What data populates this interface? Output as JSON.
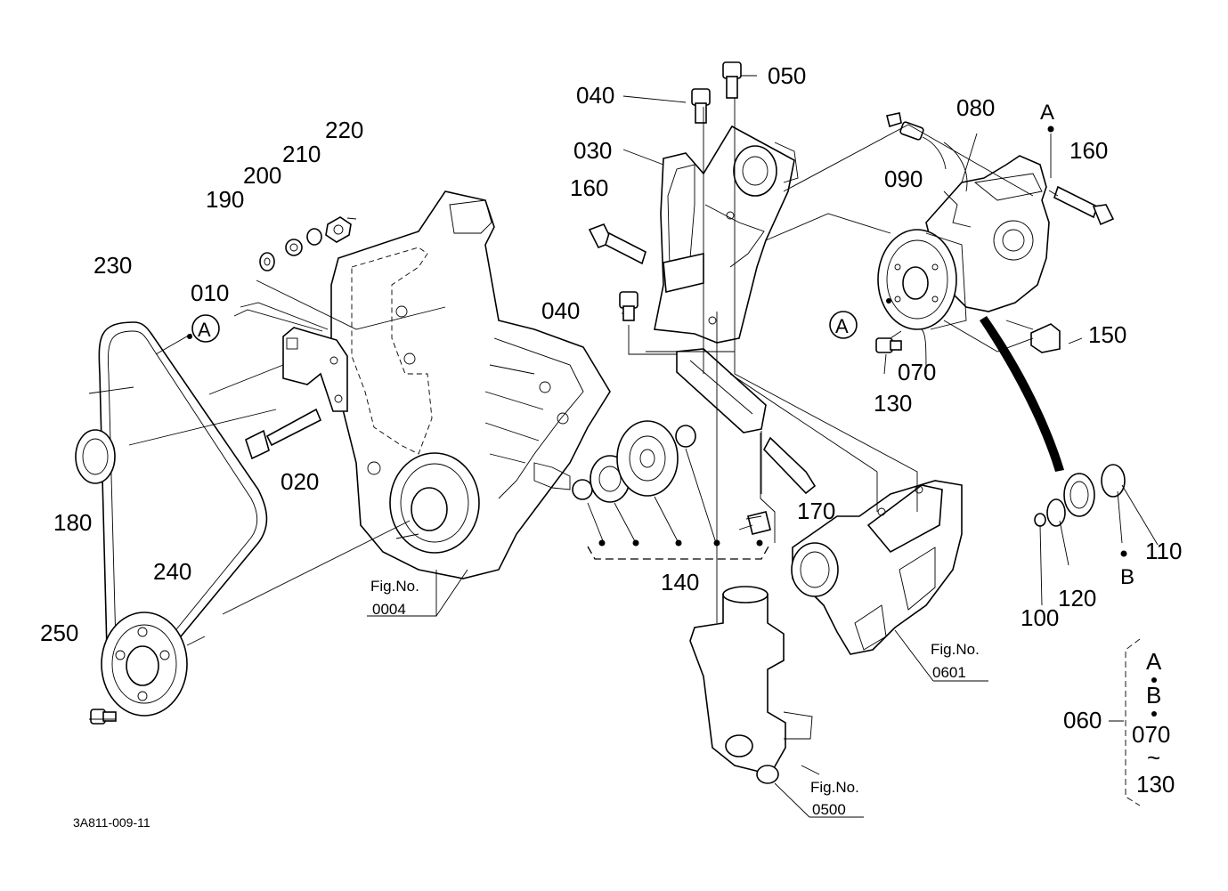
{
  "labels": {
    "p010": "010",
    "p020": "020",
    "p030": "030",
    "p040a": "040",
    "p040b": "040",
    "p050": "050",
    "p060": "060",
    "p070": "070",
    "p080": "080",
    "p090": "090",
    "p100": "100",
    "p110": "110",
    "p120": "120",
    "p130": "130",
    "p140": "140",
    "p150": "150",
    "p160a": "160",
    "p160b": "160",
    "p170": "170",
    "p180": "180",
    "p190": "190",
    "p200": "200",
    "p210": "210",
    "p220": "220",
    "p230": "230",
    "p240": "240",
    "p250": "250"
  },
  "markers": {
    "a_circle_left": "A",
    "a_circle_right": "A",
    "a_top": "A",
    "b_dot": "B"
  },
  "bracket": {
    "a": "A",
    "b": "B",
    "from": "070",
    "tilde": "~",
    "to": "130"
  },
  "fig_refs": [
    {
      "caption": "Fig.No.",
      "number": "0004"
    },
    {
      "caption": "Fig.No.",
      "number": "0500"
    },
    {
      "caption": "Fig.No.",
      "number": "0601"
    }
  ],
  "drawing_code": "3A811-009-11"
}
